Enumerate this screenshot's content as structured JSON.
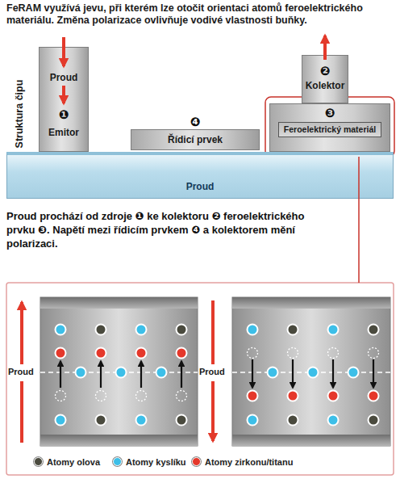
{
  "diagram": {
    "title": "FeRAM využívá jevu, při kterém lze otočit orientaci atomů feroelektrického materiálu. Změna polarizace ovlivňuje vodivé vlastnosti buňky.",
    "caption": "Proud prochází od zdroje ❶ ke kolektoru ❷ feroelektrického prvku ❸. Napětí mezi řídicím prvkem ❹ a kolektorem mění polarizaci.",
    "nodes": [
      {
        "text": [
          "Proud",
          "❶",
          "Emitor"
        ]
      },
      {
        "text": [
          "❷",
          "Kolektor"
        ]
      },
      {
        "text": [
          "❸",
          "Feroelektrický materiál"
        ]
      },
      {
        "text": [
          "❹",
          "Řídicí prvek"
        ]
      },
      {
        "text": [
          "Proud"
        ]
      }
    ],
    "edges": [
      {
        "from": 0,
        "to": 2,
        "arrow": "to"
      }
    ],
    "labels": [
      "Struktura čipu",
      "Proud",
      "Proud"
    ],
    "legend": [
      {
        "text": "Atomy olova",
        "color": "#4a4a3e"
      },
      {
        "text": "Atomy kyslíku",
        "color": "#3dbfe8"
      },
      {
        "text": "Atomy zirkonu/titanu",
        "color": "#e5382b"
      }
    ]
  }
}
